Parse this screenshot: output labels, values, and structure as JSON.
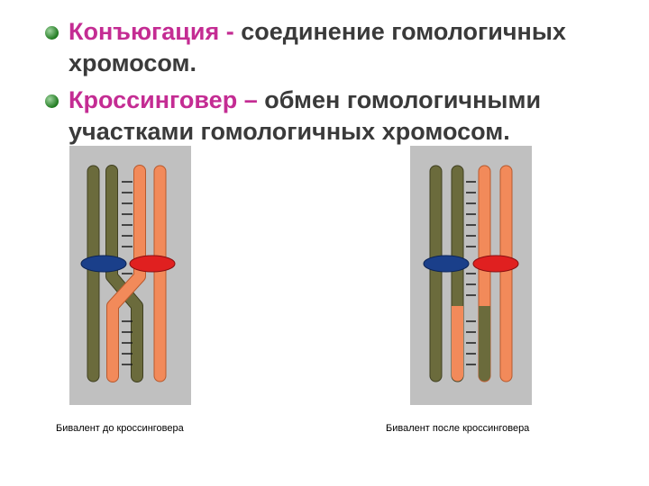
{
  "bullets": [
    {
      "term": "Конъюгация",
      "dash": " -",
      "definition": " соединение гомологичных хромосом."
    },
    {
      "term": "Кроссинговер",
      "dash": " –",
      "definition": " обмен гомологичными участками гомологичных хромосом."
    }
  ],
  "figures": [
    {
      "caption": "Бивалент до кроссинговера"
    },
    {
      "caption": "Бивалент после кроссинговера"
    }
  ],
  "colors": {
    "text": "#3a3a3a",
    "term": "#c42c93",
    "panel": "#c0c0c0",
    "olive_chromatid": "#6b6b3c",
    "orange_chromatid": "#f28a5a",
    "centromere_blue": "#1a3f8a",
    "centromere_red": "#e02020"
  }
}
